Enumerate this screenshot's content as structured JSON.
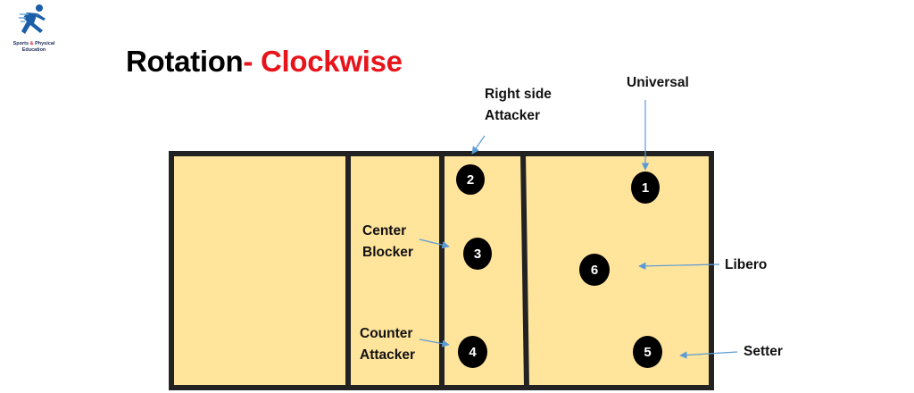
{
  "logo": {
    "name": "Sports & Physical Education",
    "line1_a": "Sports",
    "line1_amp": "&",
    "line1_b": "Physical",
    "line2": "Education",
    "icon": "running-figure-icon",
    "colors": {
      "figure": "#1b5fa8",
      "accent": "#d81e2a"
    }
  },
  "title": {
    "main": "Rotation",
    "dash_accent": "- Clockwise"
  },
  "colors": {
    "court_fill": "#ffe49c",
    "court_line": "#222222",
    "player": "#000000",
    "arrow": "#5b9bd5",
    "title_accent": "#e8141b"
  },
  "players": [
    {
      "number": "2"
    },
    {
      "number": "1"
    },
    {
      "number": "3"
    },
    {
      "number": "6"
    },
    {
      "number": "4"
    },
    {
      "number": "5"
    }
  ],
  "labels": {
    "right_side_attacker": [
      "Right side",
      "Attacker"
    ],
    "universal": "Universal",
    "center_blocker": [
      "Center",
      "Blocker"
    ],
    "libero": "Libero",
    "counter_attacker": [
      "Counter",
      "Attacker"
    ],
    "setter": "Setter"
  }
}
